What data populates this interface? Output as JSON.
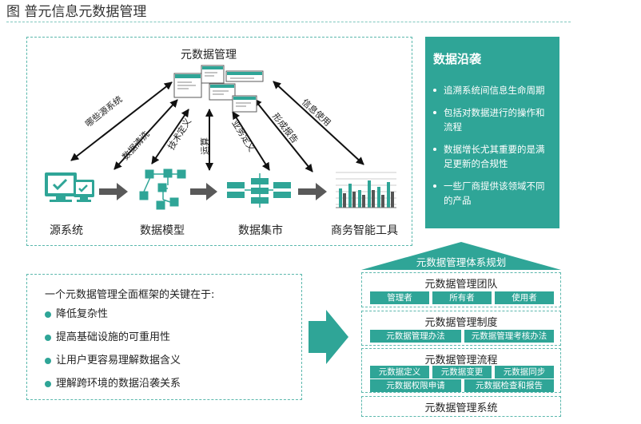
{
  "title": "图 普元信息元数据管理",
  "diagram": {
    "center_label": "元数据管理",
    "nodes": [
      {
        "id": "source",
        "label": "源系统"
      },
      {
        "id": "model",
        "label": "数据模型"
      },
      {
        "id": "mart",
        "label": "数据集市"
      },
      {
        "id": "bi",
        "label": "商务智能工具"
      }
    ],
    "edges": [
      {
        "label": "哪些源系统"
      },
      {
        "label": "数据清洗"
      },
      {
        "label": "技术定义"
      },
      {
        "label": "运算"
      },
      {
        "label": "业务定义"
      },
      {
        "label": "形成报告"
      },
      {
        "label": "信息使用"
      }
    ],
    "accent": "#2fa597",
    "arrow_color": "#595959"
  },
  "lineage": {
    "title": "数据沿袭",
    "items": [
      "追溯系统间信息生命周期",
      "包括对数据进行的操作和流程",
      "数据增长尤其重要的是满足更新的合规性",
      "一些厂商提供该领域不同的产品"
    ]
  },
  "framework": {
    "intro": "一个元数据管理全面框架的关键在于:",
    "items": [
      "降低复杂性",
      "提高基础设施的可重用性",
      "让用户更容易理解数据含义",
      "理解跨环境的数据沿袭关系"
    ]
  },
  "planning": {
    "roof_label": "元数据管理体系规划",
    "panels": [
      {
        "title": "元数据管理团队",
        "tags": [
          "管理者",
          "所有者",
          "使用者"
        ]
      },
      {
        "title": "元数据管理制度",
        "tags": [
          "元数据管理办法",
          "元数据管理考核办法"
        ]
      },
      {
        "title": "元数据管理流程",
        "tags": [
          "元数据定义",
          "元数据变更",
          "元数据同步",
          "元数据权限申请",
          "元数据检查和报告"
        ]
      },
      {
        "title": "元数据管理系统",
        "tags": []
      }
    ]
  }
}
